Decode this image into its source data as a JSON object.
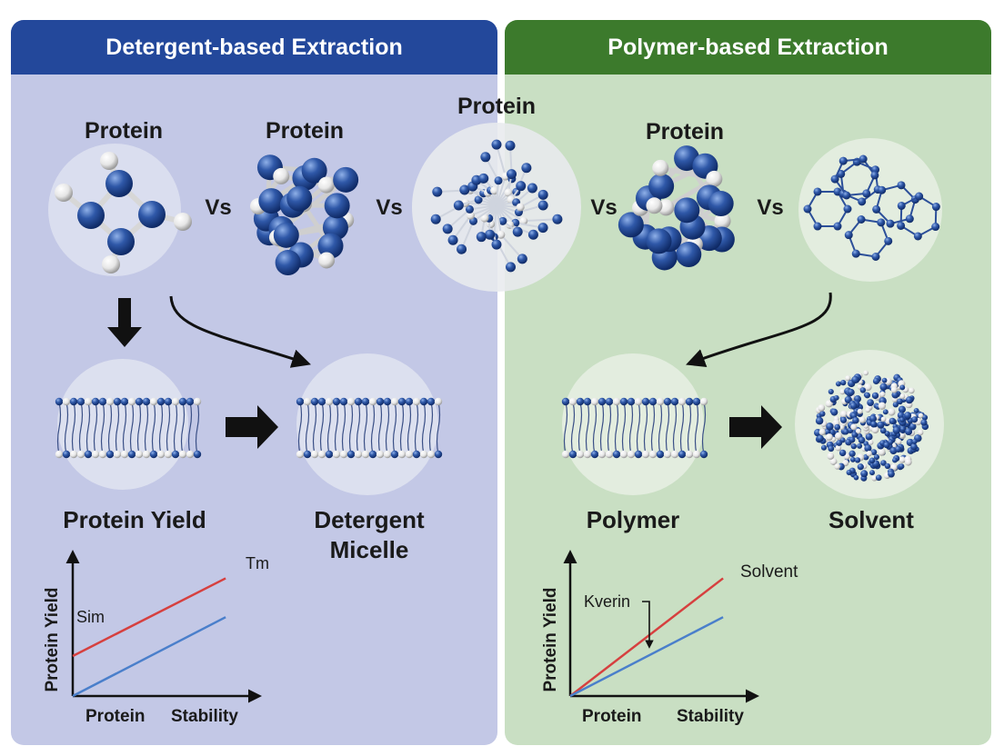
{
  "panels": {
    "left": {
      "title": "Detergent-based Extraction"
    },
    "right": {
      "title": "Polymer-based Extraction"
    }
  },
  "molecule_labels": {
    "left_1": "Protein",
    "left_2": "Protein",
    "center": "Protein",
    "right_1": "Protein"
  },
  "vs_labels": [
    "Vs",
    "Vs",
    "Vs",
    "Vs"
  ],
  "stage_labels": {
    "protein_yield": "Protein Yield",
    "detergent_micelle_line1": "Detergent",
    "detergent_micelle_line2": "Micelle",
    "polymer": "Polymer",
    "solvent": "Solvent"
  },
  "colors": {
    "left_header": "#23489b",
    "right_header": "#3c7a2c",
    "atom_blue": "#2a4f9e",
    "atom_white": "#eeeeee",
    "series_red": "#d6403f",
    "series_blue": "#4a7fcb"
  },
  "chart_data": [
    {
      "type": "line",
      "xlabel_parts": [
        "Protein",
        "Stability"
      ],
      "ylabel": "Protein Yield",
      "series": [
        {
          "name": "Tm",
          "color": "#d6403f",
          "x": [
            0,
            1
          ],
          "y": [
            0.34,
            1.0
          ]
        },
        {
          "name": "",
          "color": "#4a7fcb",
          "x": [
            0,
            1
          ],
          "y": [
            0.0,
            0.67
          ]
        }
      ],
      "annotations": [
        "Tm",
        "Sim"
      ]
    },
    {
      "type": "line",
      "xlabel_parts": [
        "Protein",
        "Stability"
      ],
      "ylabel": "Protein Yield",
      "series": [
        {
          "name": "Solvent",
          "color": "#d6403f",
          "x": [
            0,
            1
          ],
          "y": [
            0.0,
            1.0
          ]
        },
        {
          "name": "",
          "color": "#4a7fcb",
          "x": [
            0,
            1
          ],
          "y": [
            0.0,
            0.67
          ]
        }
      ],
      "annotations": [
        "Solvent",
        "Kverin"
      ]
    }
  ]
}
